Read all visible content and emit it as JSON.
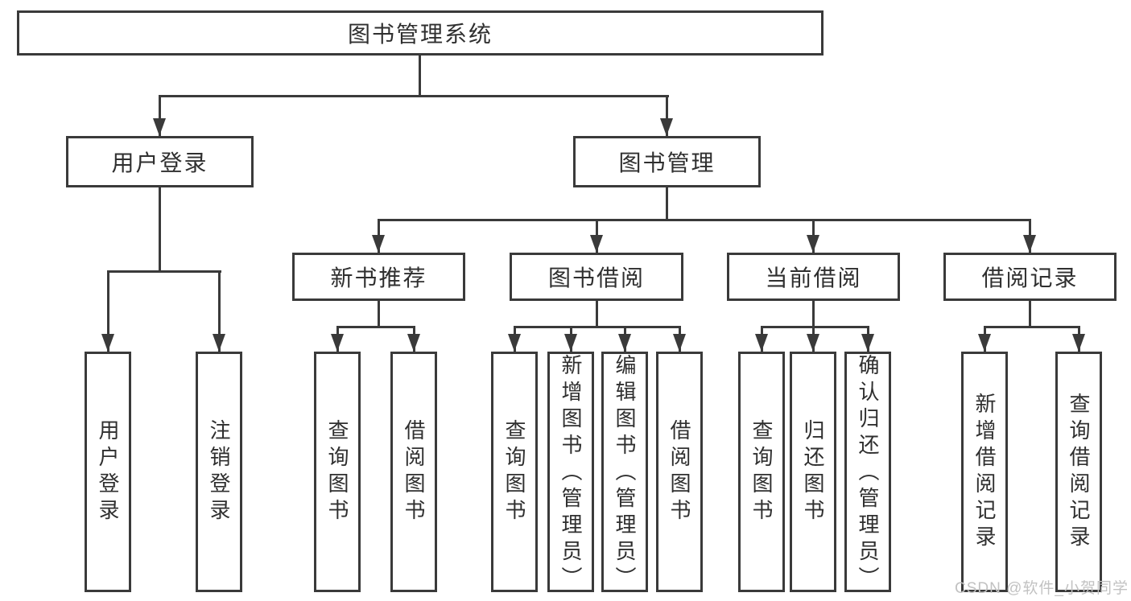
{
  "diagram": {
    "title": "图书管理系统",
    "branches": [
      {
        "label": "用户登录",
        "children": [
          "用户登录",
          "注销登录"
        ]
      },
      {
        "label": "图书管理",
        "groups": [
          {
            "label": "新书推荐",
            "children": [
              "查询图书",
              "借阅图书"
            ]
          },
          {
            "label": "图书借阅",
            "children": [
              "查询图书",
              "新增图书（管理员）",
              "编辑图书（管理员）",
              "借阅图书"
            ]
          },
          {
            "label": "当前借阅",
            "children": [
              "查询图书",
              "归还图书",
              "确认归还（管理员）"
            ]
          },
          {
            "label": "借阅记录",
            "children": [
              "新增借阅记录",
              "查询借阅记录"
            ]
          }
        ]
      }
    ]
  },
  "watermark": {
    "text": "CSDN @软件_小贺同学"
  },
  "colors": {
    "line": "#3a3a3a",
    "text": "#2f2f2f",
    "watermark": "#c2c2c2",
    "background": "#ffffff"
  }
}
